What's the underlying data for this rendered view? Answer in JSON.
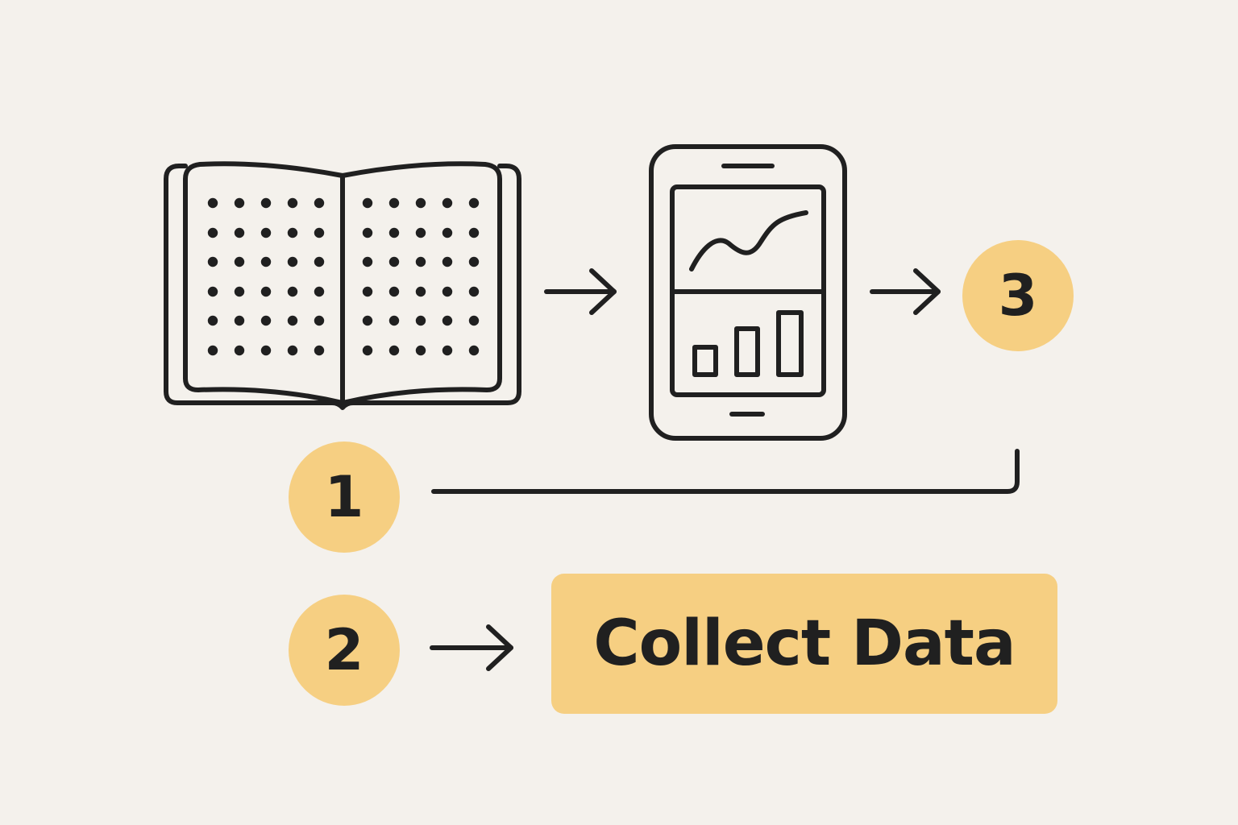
{
  "colors": {
    "background": "#f4f1ec",
    "accent": "#f6cf82",
    "ink": "#202020"
  },
  "icons": {
    "notebook": "open-dotted-notebook-icon",
    "phone": "phone-analytics-icon",
    "arrow": "right-arrow-icon"
  },
  "steps": [
    {
      "number": "1"
    },
    {
      "number": "2"
    },
    {
      "number": "3"
    }
  ],
  "action": {
    "label": "Collect Data"
  }
}
